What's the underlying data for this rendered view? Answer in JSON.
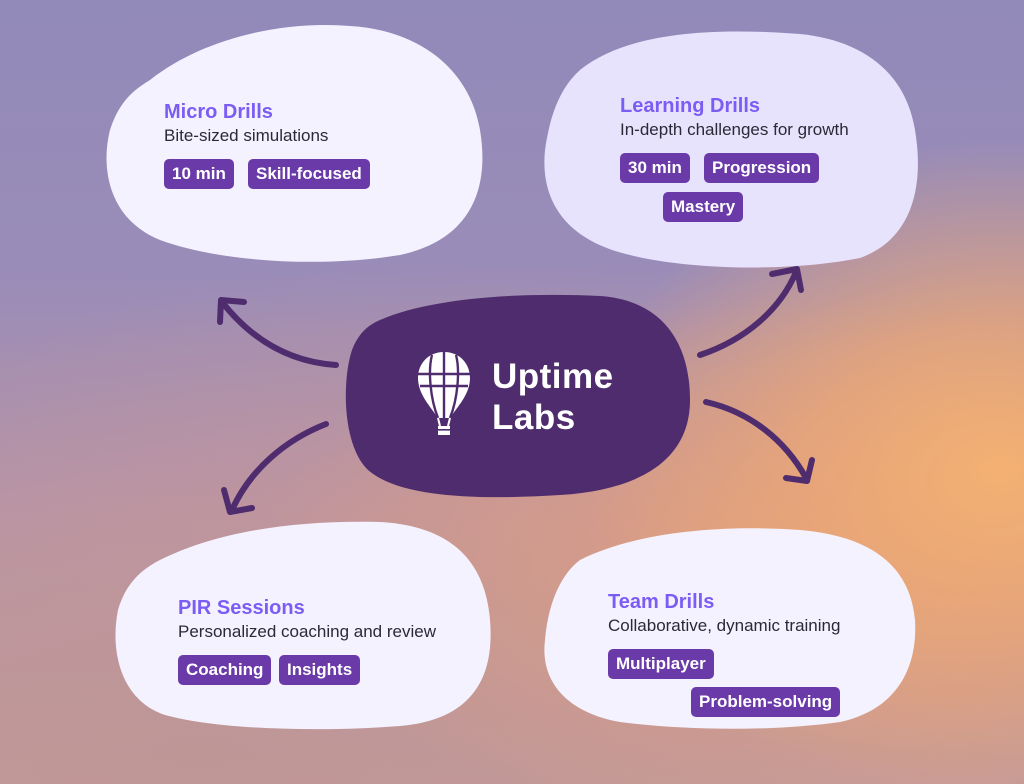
{
  "colors": {
    "center_blob": "#4f2c6d",
    "card_bg": "#f4f2fe",
    "card_bg_alt": "#e8e3fd",
    "title_accent": "#7b5cf5",
    "tag_bg": "#6a3aa8",
    "arrow": "#4f2c6d"
  },
  "center": {
    "brand_line1": "Uptime",
    "brand_line2": "Labs",
    "icon": "hot-air-balloon-icon"
  },
  "cards": [
    {
      "id": "micro-drills",
      "title": "Micro Drills",
      "subtitle": "Bite-sized simulations",
      "tags": [
        "10 min",
        "Skill-focused"
      ]
    },
    {
      "id": "learning-drills",
      "title": "Learning Drills",
      "subtitle": "In-depth challenges for growth",
      "tags": [
        "30 min",
        "Progression",
        "Mastery"
      ]
    },
    {
      "id": "pir-sessions",
      "title": "PIR Sessions",
      "subtitle": "Personalized coaching and review",
      "tags": [
        "Coaching",
        "Insights"
      ]
    },
    {
      "id": "team-drills",
      "title": "Team Drills",
      "subtitle": "Collaborative, dynamic training",
      "tags": [
        "Multiplayer",
        "Problem-solving"
      ]
    }
  ]
}
